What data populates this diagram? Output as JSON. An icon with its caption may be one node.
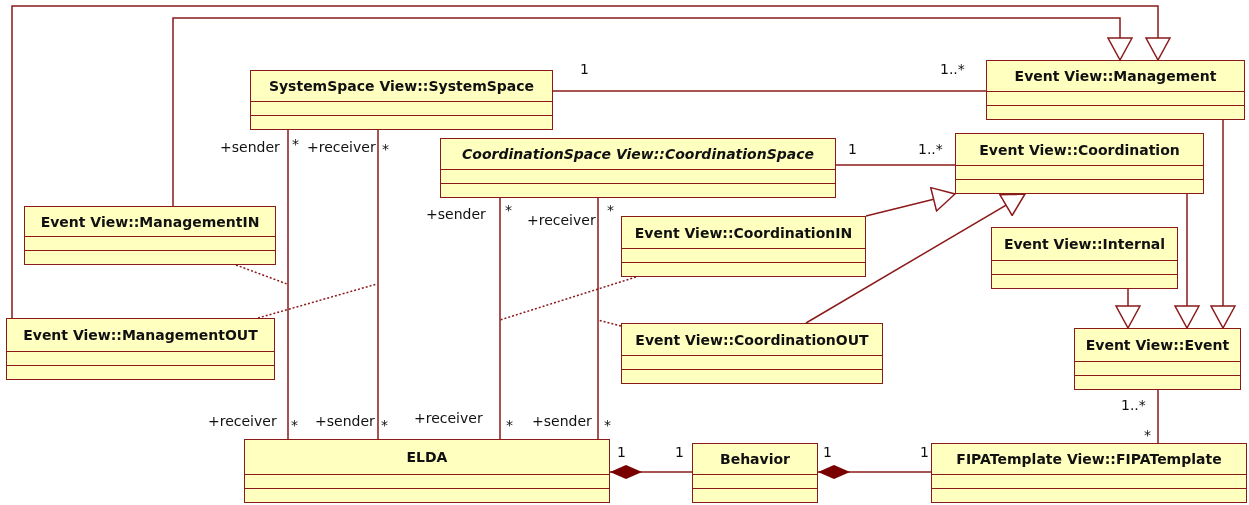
{
  "diagram": {
    "nodes": [
      {
        "text": [
          "SystemSpace View::SystemSpace"
        ]
      },
      {
        "text": [
          "Event View::Management"
        ]
      },
      {
        "text": [
          "CoordinationSpace View::CoordinationSpace"
        ]
      },
      {
        "text": [
          "Event View::Coordination"
        ]
      },
      {
        "text": [
          "Event View::ManagementIN"
        ]
      },
      {
        "text": [
          "Event View::CoordinationIN"
        ]
      },
      {
        "text": [
          "Event View::Internal"
        ]
      },
      {
        "text": [
          "Event View::ManagementOUT"
        ]
      },
      {
        "text": [
          "Event View::CoordinationOUT"
        ]
      },
      {
        "text": [
          "Event View::Event"
        ]
      },
      {
        "text": [
          "ELDA"
        ]
      },
      {
        "text": [
          "Behavior"
        ]
      },
      {
        "text": [
          "FIPATemplate View::FIPATemplate"
        ]
      }
    ],
    "edges": [
      {
        "from": 0,
        "to": 1,
        "arrow": "none"
      },
      {
        "from": 2,
        "to": 3,
        "arrow": "none"
      },
      {
        "from": 0,
        "to": 10,
        "arrow": "none"
      },
      {
        "from": 0,
        "to": 10,
        "arrow": "none"
      },
      {
        "from": 2,
        "to": 10,
        "arrow": "none"
      },
      {
        "from": 2,
        "to": 10,
        "arrow": "none"
      },
      {
        "from": 4,
        "to": null,
        "arrow": "none",
        "style": "dashed"
      },
      {
        "from": 7,
        "to": null,
        "arrow": "none",
        "style": "dashed"
      },
      {
        "from": 5,
        "to": null,
        "arrow": "none",
        "style": "dashed"
      },
      {
        "from": 8,
        "to": null,
        "arrow": "none",
        "style": "dashed"
      },
      {
        "from": 4,
        "to": 1,
        "arrow": "to"
      },
      {
        "from": 7,
        "to": 1,
        "arrow": "to"
      },
      {
        "from": 5,
        "to": 3,
        "arrow": "to"
      },
      {
        "from": 8,
        "to": 3,
        "arrow": "to"
      },
      {
        "from": 6,
        "to": 9,
        "arrow": "to"
      },
      {
        "from": 3,
        "to": 9,
        "arrow": "to"
      },
      {
        "from": 1,
        "to": 9,
        "arrow": "to"
      },
      {
        "from": 9,
        "to": 12,
        "arrow": "none"
      },
      {
        "from": 10,
        "to": 11,
        "arrow": "other"
      },
      {
        "from": 11,
        "to": 12,
        "arrow": "other"
      }
    ],
    "labels": [
      "1",
      "1..*",
      "+sender",
      "*",
      "+receiver",
      "*",
      "1",
      "1..*",
      "+sender",
      "*",
      "+receiver",
      "*",
      "1..*",
      "+receiver",
      "*",
      "+sender",
      "*",
      "+receiver",
      "*",
      "+sender",
      "*",
      "*",
      "1",
      "1",
      "1",
      "1"
    ]
  }
}
